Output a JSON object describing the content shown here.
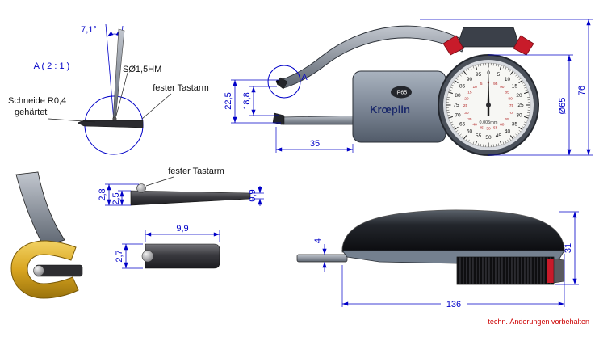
{
  "colors": {
    "dimension_blue": "#0000c8",
    "note_red": "#cc0000",
    "brass_gold": "#d9a520",
    "clamp_red": "#c81b2a"
  },
  "detail_view_a": {
    "title": "A ( 2 : 1 )",
    "angle_label": "7,1°",
    "ball_label": "SØ1,5HM",
    "edge_label_line1": "Schneide R0,4",
    "edge_label_line2": "gehärtet",
    "arm_label": "fester Tastarm"
  },
  "front_view": {
    "detail_marker": "A",
    "brand": "Krœplin",
    "protection_badge": "IP65",
    "dims": {
      "tip_span": "22,5",
      "inner_span": "18,8",
      "arm_depth": "35",
      "dial_diameter": "Ø65",
      "overall_height": "76"
    },
    "dial": {
      "resolution": "0,005mm",
      "outer_numbers": [
        "0",
        "5",
        "10",
        "15",
        "20",
        "25",
        "30",
        "35",
        "40",
        "45",
        "50",
        "55",
        "60",
        "65",
        "70",
        "75",
        "80",
        "85",
        "90",
        "95"
      ],
      "inner_numbers": [
        "0",
        "95",
        "90",
        "85",
        "80",
        "75",
        "70",
        "65",
        "60",
        "55",
        "50",
        "45",
        "40",
        "35",
        "30",
        "25",
        "20",
        "15",
        "10",
        "5"
      ]
    }
  },
  "arm_view": {
    "label": "fester Tastarm",
    "dims": {
      "height_with_ball": "2,8",
      "arm_height": "2,5",
      "tip_height": "0,9"
    }
  },
  "tip_detail": {
    "dims": {
      "length": "9,9",
      "height": "2,7"
    }
  },
  "side_view": {
    "dims": {
      "arm_thickness": "4",
      "body_height": "31",
      "overall_length": "136"
    }
  },
  "footer": {
    "note": "techn. Änderungen vorbehalten"
  }
}
